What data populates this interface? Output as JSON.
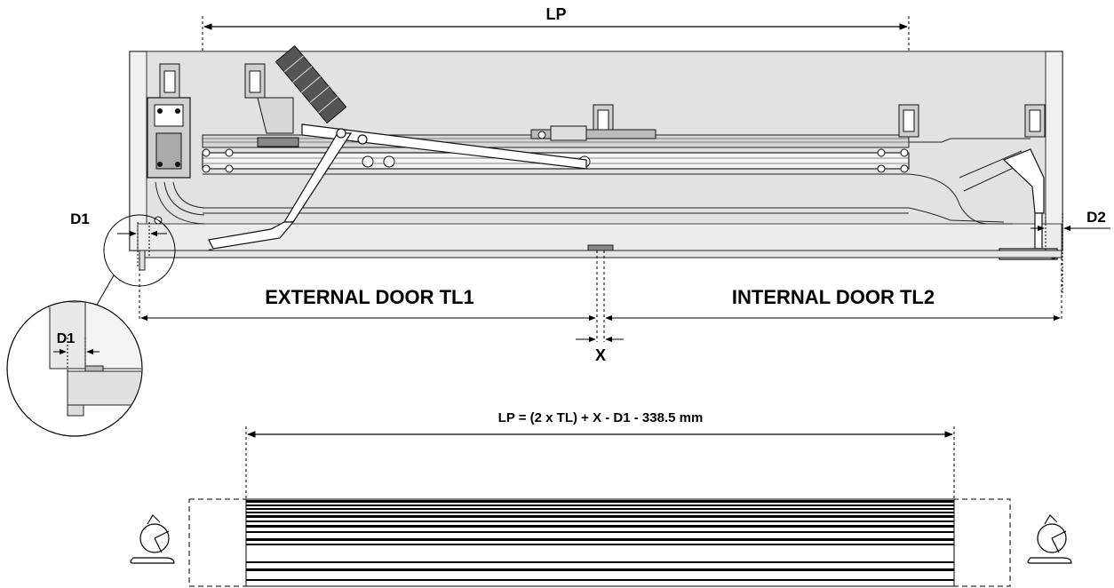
{
  "labels": {
    "lp_top": "LP",
    "d1_left": "D1",
    "d2_right": "D2",
    "external_door": "EXTERNAL DOOR TL1",
    "internal_door": "INTERNAL DOOR TL2",
    "x_gap": "X",
    "d1_detail": "D1",
    "formula": "LP = (2 x TL) + X - D1 - 338.5 mm"
  }
}
